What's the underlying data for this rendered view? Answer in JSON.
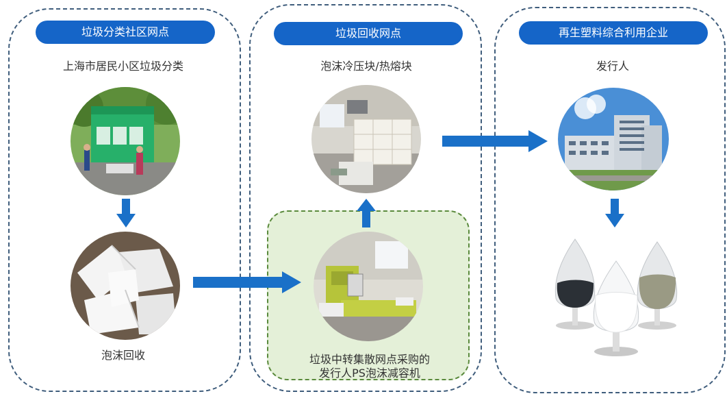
{
  "panels": [
    {
      "header": "垃圾分类社区网点",
      "subtitle": "上海市居民小区垃圾分类",
      "caption": "泡沫回收"
    },
    {
      "header": "垃圾回收网点",
      "subtitle": "泡沫冷压块/热熔块",
      "caption_lines": [
        "垃圾中转集散网点采购的",
        "发行人PS泡沫减容机"
      ]
    },
    {
      "header": "再生塑料综合利用企业",
      "subtitle": "发行人"
    }
  ],
  "colors": {
    "header_bg": "#1565c8",
    "arrow": "#1a70c8",
    "panel_border": "#3f5d7c",
    "green_box_bg": "#e4f0d8",
    "green_box_border": "#5a8a3c"
  }
}
